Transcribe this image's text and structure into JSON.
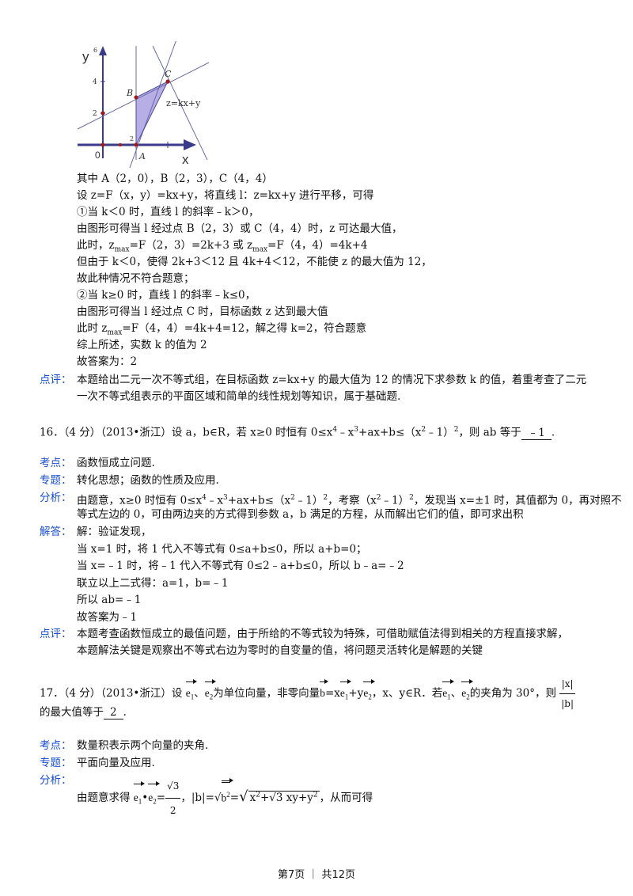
{
  "graph": {
    "y_axis": "y",
    "x_axis": "x",
    "tick_y_6": "6",
    "tick_y_4": "4",
    "tick_y_2": "2",
    "tick_x_2": "2",
    "origin": "0",
    "point_a": "A",
    "point_b": "B",
    "point_c": "C",
    "line_label": "z=kx+y"
  },
  "q15": {
    "l1": "其中 A（2，0），B（2，3），C（4，4）",
    "l2": "设 z=F（x，y）=kx+y，将直线 l：z=kx+y 进行平移，可得",
    "l3": "①当 k＜0 时，直线 l 的斜率﹣k＞0，",
    "l4": "由图形可得当 l 经过点 B（2，3）或 C（4，4）时，z 可达最大值，",
    "l5a": "此时，z",
    "l5b": "max",
    "l5c": "=F（2，3）=2k+3 或 z",
    "l5d": "max",
    "l5e": "=F（4，4）=4k+4",
    "l6": "但由于 k＜0，使得 2k+3＜12 且 4k+4＜12，不能使 z 的最大值为 12，",
    "l7": "故此种情况不符合题意；",
    "l8": "②当 k≥0 时，直线 l 的斜率﹣k≤0，",
    "l9": "由图形可得当 l 经过点 C 时，目标函数 z 达到最大值",
    "l10a": "此时 z",
    "l10b": "max",
    "l10c": "=F（4，4）=4k+4=12，解之得 k=2，符合题意",
    "l11": "综上所述，实数 k 的值为 2",
    "l12": "故答案为：2",
    "comment_label": "点评：",
    "comment1": "本题给出二元一次不等式组，在目标函数 z=kx+y 的最大值为 12 的情况下求参数 k 的值，着重考查了二元",
    "comment2": "一次不等式组表示的平面区域和简单的线性规划等知识，属于基础题."
  },
  "q16": {
    "stem_a": "16．（4 分）（2013•浙江）设 a，b∈R，若 x≥0 时恒有 0≤x",
    "stem_sup1": "4",
    "stem_b": "﹣x",
    "stem_sup2": "3",
    "stem_c": "+ax+b≤（x",
    "stem_sup3": "2",
    "stem_d": "﹣1）",
    "stem_sup4": "2",
    "stem_e": "，则 ab 等于",
    "answer": "﹣1",
    "stem_end": ".",
    "kd_label": "考点：",
    "kd": "函数恒成立问题.",
    "zt_label": "专题：",
    "zt": "转化思想；函数的性质及应用.",
    "fx_label": "分析：",
    "fx1a": "由题意，x≥0 时恒有 0≤x",
    "fx1b": "4",
    "fx1c": "﹣x",
    "fx1d": "3",
    "fx1e": "+ax+b≤（x",
    "fx1f": "2",
    "fx1g": "﹣1）",
    "fx1h": "2",
    "fx1i": "，考察（x",
    "fx1j": "2",
    "fx1k": "﹣1）",
    "fx1l": "2",
    "fx1m": "，发现当 x=±1 时，其值都为 0，再对照不",
    "fx2": "等式左边的 0，可由两边夹的方式得到参数 a，b 满足的方程，从而解出它们的值，即可求出积",
    "jd_label": "解答：",
    "jd1": "解：验证发现，",
    "jd2": "当 x=1 时，将 1 代入不等式有 0≤a+b≤0，所以 a+b=0；",
    "jd3": "当 x=﹣1 时，将﹣1 代入不等式有 0≤2﹣a+b≤0，所以 b﹣a=﹣2",
    "jd4": "联立以上二式得：a=1，b=﹣1",
    "jd5": "所以 ab=﹣1",
    "jd6": "故答案为﹣1",
    "dp_label": "点评：",
    "dp1": "本题考查函数恒成立的最值问题，由于所给的不等式较为特殊，可借助赋值法得到相关的方程直接求解，",
    "dp2": "本题解法关键是观察出不等式右边为零时的自变量的值，将问题灵活转化是解题的关键"
  },
  "q17": {
    "stem_a": "17．（4 分）（2013•浙江）设",
    "e1": "e",
    "s1": "1",
    "sep": "、",
    "e2": "e",
    "s2": "2",
    "stem_b": "为单位向量，非零向量",
    "b": "b",
    "stem_c": "=x",
    "stem_d": "+y",
    "stem_e": "，x、y∈R．若",
    "stem_f": "的夹角为 30°，则",
    "frac_num": "|x|",
    "frac_den": "|b|",
    "stem_g": "的最大值等于",
    "answer": "2",
    "stem_end": ".",
    "kd_label": "考点：",
    "kd": "数量积表示两个向量的夹角.",
    "zt_label": "专题：",
    "zt": "平面向量及应用.",
    "fx_label": "分析：",
    "fx_a": "由题意求得",
    "dot": "•",
    "eq": "=",
    "sqrt3": "√3",
    "two": "2",
    "fx_b": "，|b|=",
    "sqrt_b2": "√",
    "b2sup": "2",
    "fx_c": "=",
    "big_sqrt": "√",
    "big_expr_a": "x",
    "big_expr_b": "2",
    "big_expr_c": "+√3 xy+y",
    "big_expr_d": "2",
    "fx_d": "，从而可得"
  },
  "footer": {
    "text": "第7页 ｜ 共12页"
  }
}
